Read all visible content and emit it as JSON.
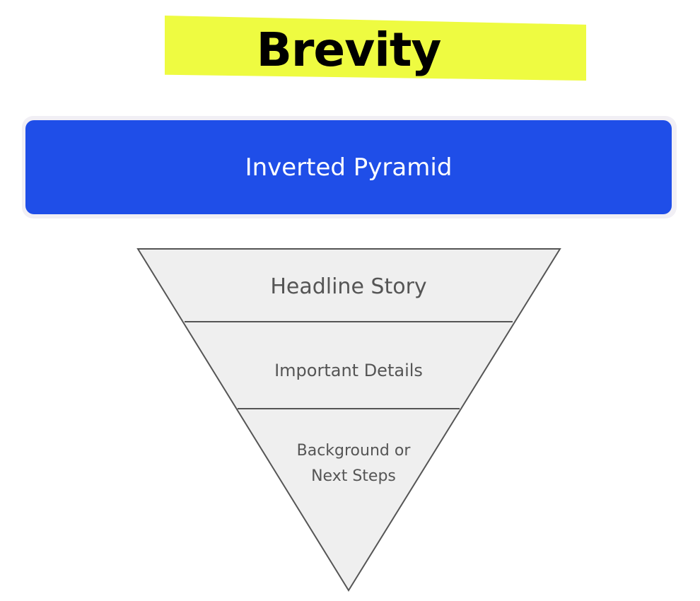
{
  "title": {
    "text": "Brevity",
    "highlight_color": "#eefb41"
  },
  "banner": {
    "label": "Inverted Pyramid",
    "color": "#1f4ee8"
  },
  "pyramid": {
    "fill_color": "#efefef",
    "stroke_color": "#555555",
    "tiers": [
      {
        "label": "Headline Story"
      },
      {
        "label": "Important Details"
      },
      {
        "lines": [
          "Background or",
          "Next Steps"
        ]
      }
    ]
  }
}
